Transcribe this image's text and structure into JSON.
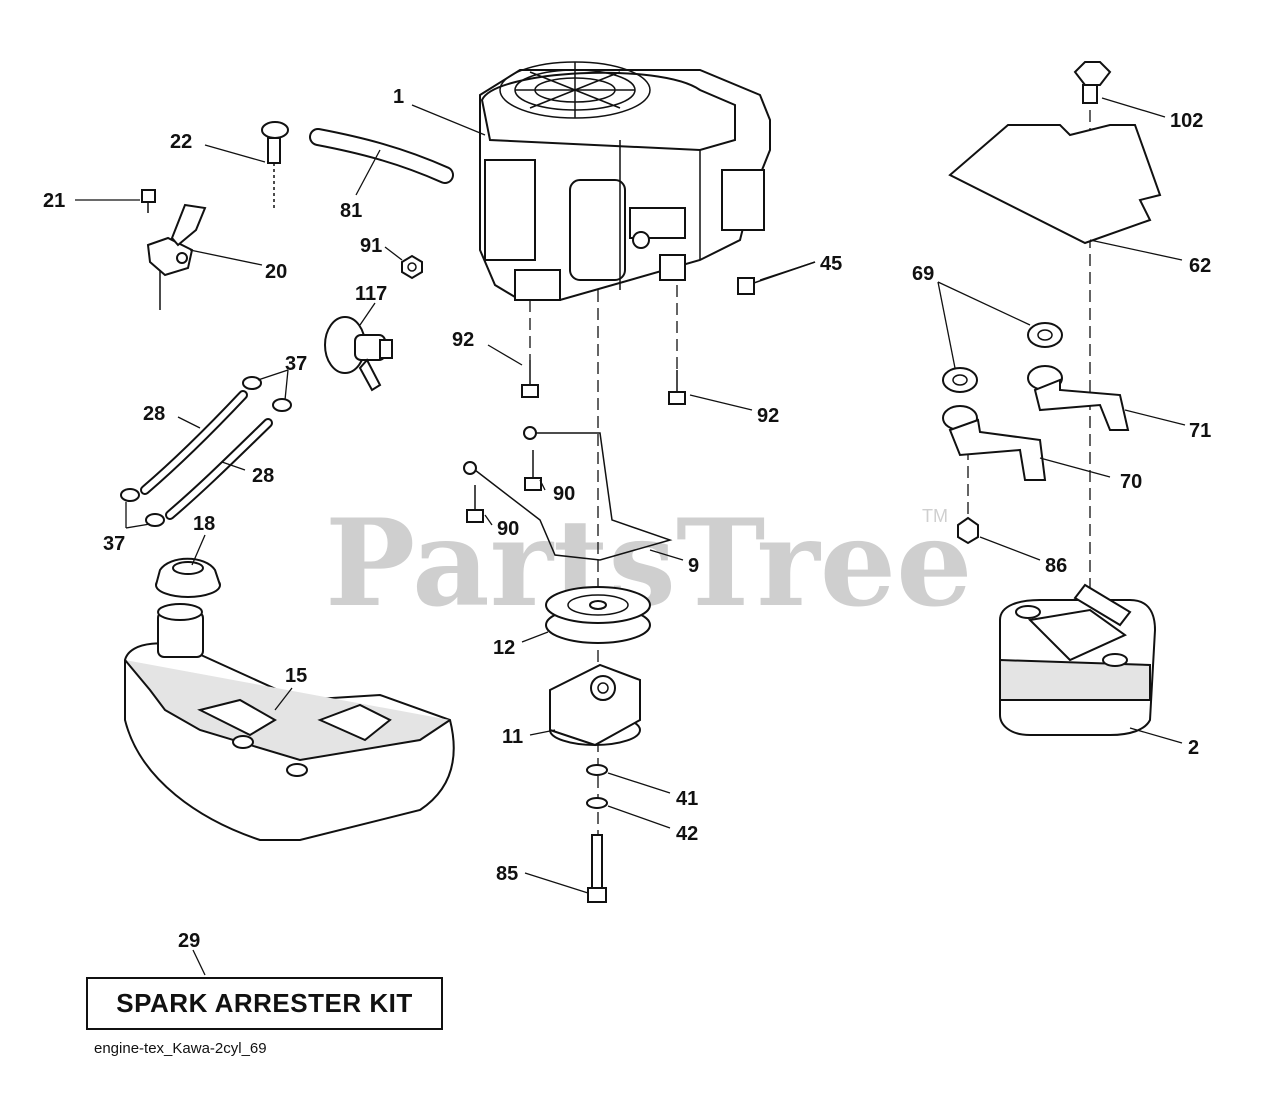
{
  "watermark": {
    "brand": "PartsTree",
    "trademark": "TM"
  },
  "kit_box": {
    "label": "SPARK ARRESTER KIT"
  },
  "caption": "engine-tex_Kawa-2cyl_69",
  "callouts": [
    {
      "id": "c1",
      "text": "1"
    },
    {
      "id": "c22",
      "text": "22"
    },
    {
      "id": "c21",
      "text": "21"
    },
    {
      "id": "c20",
      "text": "20"
    },
    {
      "id": "c81",
      "text": "81"
    },
    {
      "id": "c91",
      "text": "91"
    },
    {
      "id": "c117",
      "text": "117"
    },
    {
      "id": "c37a",
      "text": "37"
    },
    {
      "id": "c28a",
      "text": "28"
    },
    {
      "id": "c28b",
      "text": "28"
    },
    {
      "id": "c37b",
      "text": "37"
    },
    {
      "id": "c18",
      "text": "18"
    },
    {
      "id": "c15",
      "text": "15"
    },
    {
      "id": "c92a",
      "text": "92"
    },
    {
      "id": "c92b",
      "text": "92"
    },
    {
      "id": "c90a",
      "text": "90"
    },
    {
      "id": "c90b",
      "text": "90"
    },
    {
      "id": "c9",
      "text": "9"
    },
    {
      "id": "c12",
      "text": "12"
    },
    {
      "id": "c11",
      "text": "11"
    },
    {
      "id": "c41",
      "text": "41"
    },
    {
      "id": "c42",
      "text": "42"
    },
    {
      "id": "c85",
      "text": "85"
    },
    {
      "id": "c45",
      "text": "45"
    },
    {
      "id": "c102",
      "text": "102"
    },
    {
      "id": "c62",
      "text": "62"
    },
    {
      "id": "c69",
      "text": "69"
    },
    {
      "id": "c71",
      "text": "71"
    },
    {
      "id": "c70",
      "text": "70"
    },
    {
      "id": "c86",
      "text": "86"
    },
    {
      "id": "c2",
      "text": "2"
    },
    {
      "id": "c29",
      "text": "29"
    }
  ]
}
